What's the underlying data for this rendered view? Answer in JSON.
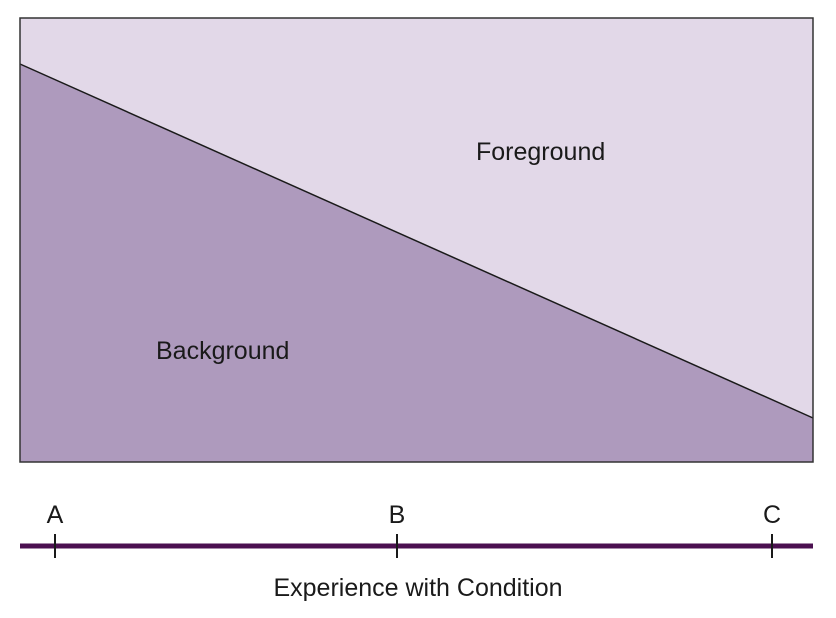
{
  "diagram": {
    "regions": {
      "foreground": {
        "label": "Foreground",
        "color": "#e2d8e8"
      },
      "background": {
        "label": "Background",
        "color": "#ae9abd"
      }
    },
    "divider_color": "#1a1a1a",
    "frame_color": "#333333"
  },
  "axis": {
    "title": "Experience with Condition",
    "line_color": "#4b1050",
    "points": [
      {
        "label": "A"
      },
      {
        "label": "B"
      },
      {
        "label": "C"
      }
    ]
  }
}
